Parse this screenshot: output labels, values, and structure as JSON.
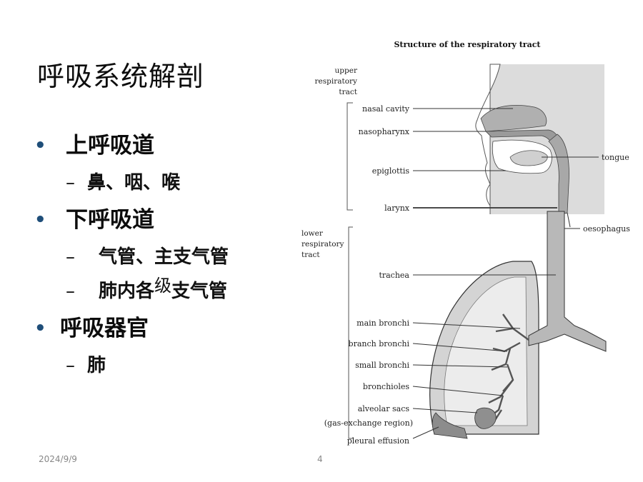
{
  "slide": {
    "title": "呼吸系统解剖",
    "bullets": [
      {
        "label": "上呼吸道",
        "sub": [
          "鼻、咽、喉"
        ]
      },
      {
        "label": "下呼吸道",
        "sub": [
          "气管、主支气管",
          "肺内各级支气管"
        ]
      },
      {
        "label": "呼吸器官",
        "sub": [
          "肺"
        ]
      }
    ],
    "sub_dash": "–",
    "bullet_dot": "•",
    "sub2_parts": {
      "before": "肺内各",
      "raised": "级",
      "after": "支气管"
    }
  },
  "footer": {
    "date": "2024/9/9",
    "page": "4"
  },
  "diagram": {
    "title": "Structure of the respiratory tract",
    "group_upper": [
      "upper",
      "respiratory",
      "tract"
    ],
    "group_lower": [
      "lower",
      "respiratory",
      "tract"
    ],
    "labels_left": [
      "nasal cavity",
      "nasopharynx",
      "epiglottis",
      "larynx",
      "trachea",
      "main bronchi",
      "branch bronchi",
      "small bronchi",
      "bronchioles",
      "alveolar sacs",
      "(gas-exchange region)",
      "pleural effusion"
    ],
    "labels_right": [
      "tongue",
      "oesophagus"
    ]
  },
  "colors": {
    "shade_light": "#d8d8d8",
    "shade_mid": "#b9b9b9",
    "shade_dark": "#8a8a8a",
    "bullet": "#1f4e79"
  }
}
